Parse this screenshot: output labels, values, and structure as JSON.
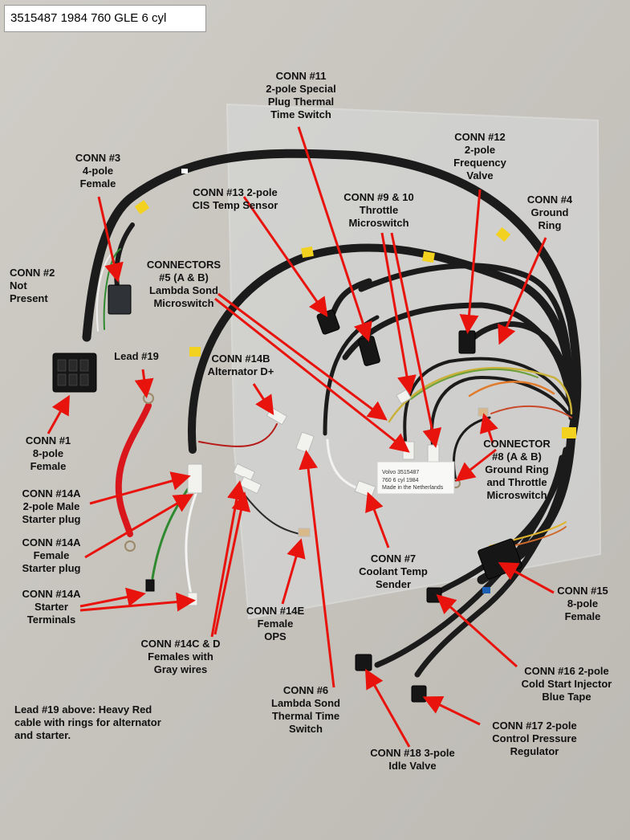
{
  "title": "3515487  1984 760 GLE 6 cyl",
  "colors": {
    "background": "#c9c6c0",
    "wire": "#1b1b1b",
    "tape": "#f2d21e",
    "arrow": "#e8130c",
    "red_cable": "#d8161b",
    "green_wire": "#2f8a2f"
  },
  "labels": {
    "conn1": "CONN #1\n8-pole\nFemale",
    "conn2": "CONN #2\nNot\nPresent",
    "conn3": "CONN #3\n4-pole\nFemale",
    "conn4": "CONN #4\nGround\nRing",
    "conn5": "CONNECTORS\n#5 (A & B)\nLambda Sond\nMicroswitch",
    "conn6": "CONN #6\nLambda Sond\nThermal Time\nSwitch",
    "conn7": "CONN #7\nCoolant Temp\nSender",
    "conn8": "CONNECTOR\n#8 (A & B)\nGround Ring\nand Throttle\nMicroswitch",
    "conn9_10": "CONN #9 & 10\nThrottle\nMicroswitch",
    "conn11": "CONN #11\n2-pole Special\nPlug Thermal\nTime Switch",
    "conn12": "CONN #12\n2-pole\nFrequency\nValve",
    "conn13": "CONN #13  2-pole\nCIS Temp Sensor",
    "conn14a_male": "CONN #14A\n2-pole Male\nStarter plug",
    "conn14a_female": "CONN #14A\nFemale\nStarter plug",
    "conn14a_terminals": "CONN #14A\nStarter\nTerminals",
    "conn14b": "CONN #14B\nAlternator D+",
    "conn14cd": "CONN #14C & D\nFemales with\nGray wires",
    "conn14e": "CONN #14E\nFemale\nOPS",
    "conn15": "CONN #15\n8-pole\nFemale",
    "conn16": "CONN #16  2-pole\nCold Start Injector\nBlue Tape",
    "conn17": "CONN #17 2-pole\nControl Pressure\nRegulator",
    "conn18": "CONN #18  3-pole\nIdle Valve",
    "lead19": "Lead #19"
  },
  "note": "Lead #19 above: Heavy Red\ncable with rings for alternator\nand starter.",
  "tag": {
    "line1": "Volvo   3515487",
    "line2": "760 6 cyl    1984",
    "line3": "Made in the Netherlands"
  }
}
